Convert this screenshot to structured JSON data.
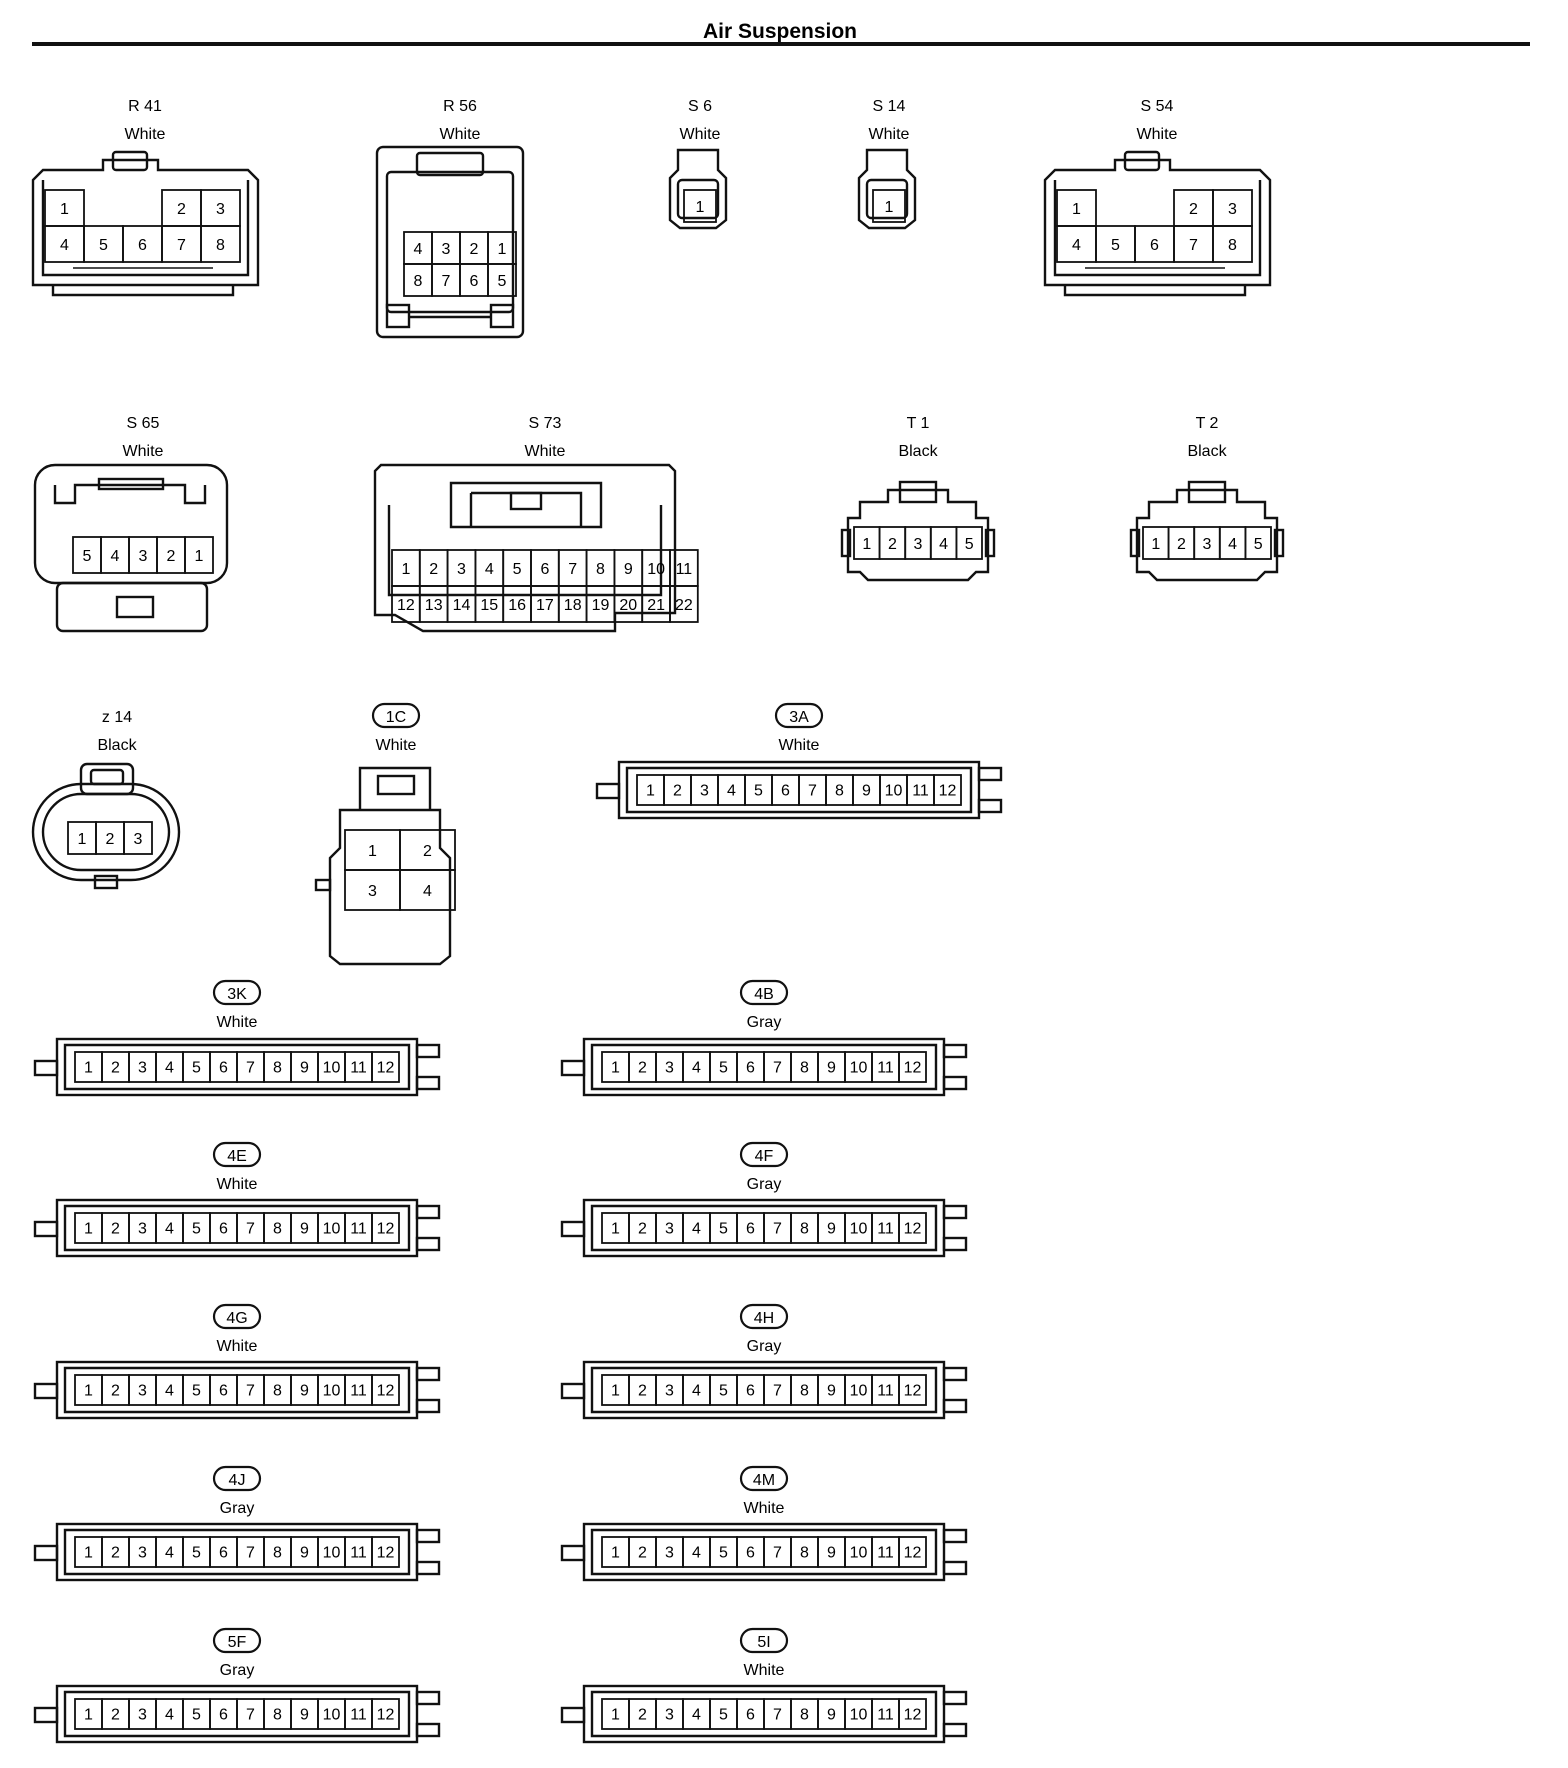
{
  "title": "Air Suspension",
  "connectors": [
    {
      "id": "R41",
      "name": "R 41",
      "color": "White",
      "style": "plain",
      "pins": [
        [
          "1",
          "",
          "",
          "2",
          "3"
        ],
        [
          "4",
          "5",
          "6",
          "7",
          "8"
        ]
      ]
    },
    {
      "id": "R56",
      "name": "R 56",
      "color": "White",
      "style": "plain",
      "pins": [
        [
          "4",
          "3",
          "2",
          "1"
        ],
        [
          "8",
          "7",
          "6",
          "5"
        ]
      ]
    },
    {
      "id": "S6",
      "name": "S 6",
      "color": "White",
      "style": "plain",
      "pins": [
        [
          "1"
        ]
      ]
    },
    {
      "id": "S14",
      "name": "S 14",
      "color": "White",
      "style": "plain",
      "pins": [
        [
          "1"
        ]
      ]
    },
    {
      "id": "S54",
      "name": "S 54",
      "color": "White",
      "style": "plain",
      "pins": [
        [
          "1",
          "",
          "",
          "2",
          "3"
        ],
        [
          "4",
          "5",
          "6",
          "7",
          "8"
        ]
      ]
    },
    {
      "id": "S65",
      "name": "S 65",
      "color": "White",
      "style": "plain",
      "pins": [
        [
          "5",
          "4",
          "3",
          "2",
          "1"
        ]
      ]
    },
    {
      "id": "S73",
      "name": "S 73",
      "color": "White",
      "style": "plain",
      "pins": [
        [
          "1",
          "2",
          "3",
          "4",
          "5",
          "6",
          "7",
          "8",
          "9",
          "10",
          "11"
        ],
        [
          "12",
          "13",
          "14",
          "15",
          "16",
          "17",
          "18",
          "19",
          "20",
          "21",
          "22"
        ]
      ]
    },
    {
      "id": "T1",
      "name": "T 1",
      "color": "Black",
      "style": "plain",
      "pins": [
        [
          "1",
          "2",
          "3",
          "4",
          "5"
        ]
      ]
    },
    {
      "id": "T2",
      "name": "T 2",
      "color": "Black",
      "style": "plain",
      "pins": [
        [
          "1",
          "2",
          "3",
          "4",
          "5"
        ]
      ]
    },
    {
      "id": "z14",
      "name": "z 14",
      "color": "Black",
      "style": "plain",
      "pins": [
        [
          "1",
          "2",
          "3"
        ]
      ]
    },
    {
      "id": "1C",
      "name": "1C",
      "color": "White",
      "style": "pill",
      "pins": [
        [
          "1",
          "2"
        ],
        [
          "3",
          "4"
        ]
      ]
    },
    {
      "id": "3A",
      "name": "3A",
      "color": "White",
      "style": "pill",
      "pins": [
        [
          "1",
          "2",
          "3",
          "4",
          "5",
          "6",
          "7",
          "8",
          "9",
          "10",
          "11",
          "12"
        ]
      ]
    },
    {
      "id": "3K",
      "name": "3K",
      "color": "White",
      "style": "pill",
      "pins": [
        [
          "1",
          "2",
          "3",
          "4",
          "5",
          "6",
          "7",
          "8",
          "9",
          "10",
          "11",
          "12"
        ]
      ]
    },
    {
      "id": "4B",
      "name": "4B",
      "color": "Gray",
      "style": "pill",
      "pins": [
        [
          "1",
          "2",
          "3",
          "4",
          "5",
          "6",
          "7",
          "8",
          "9",
          "10",
          "11",
          "12"
        ]
      ]
    },
    {
      "id": "4E",
      "name": "4E",
      "color": "White",
      "style": "pill",
      "pins": [
        [
          "1",
          "2",
          "3",
          "4",
          "5",
          "6",
          "7",
          "8",
          "9",
          "10",
          "11",
          "12"
        ]
      ]
    },
    {
      "id": "4F",
      "name": "4F",
      "color": "Gray",
      "style": "pill",
      "pins": [
        [
          "1",
          "2",
          "3",
          "4",
          "5",
          "6",
          "7",
          "8",
          "9",
          "10",
          "11",
          "12"
        ]
      ]
    },
    {
      "id": "4G",
      "name": "4G",
      "color": "White",
      "style": "pill",
      "pins": [
        [
          "1",
          "2",
          "3",
          "4",
          "5",
          "6",
          "7",
          "8",
          "9",
          "10",
          "11",
          "12"
        ]
      ]
    },
    {
      "id": "4H",
      "name": "4H",
      "color": "Gray",
      "style": "pill",
      "pins": [
        [
          "1",
          "2",
          "3",
          "4",
          "5",
          "6",
          "7",
          "8",
          "9",
          "10",
          "11",
          "12"
        ]
      ]
    },
    {
      "id": "4J",
      "name": "4J",
      "color": "Gray",
      "style": "pill",
      "pins": [
        [
          "1",
          "2",
          "3",
          "4",
          "5",
          "6",
          "7",
          "8",
          "9",
          "10",
          "11",
          "12"
        ]
      ]
    },
    {
      "id": "4M",
      "name": "4M",
      "color": "White",
      "style": "pill",
      "pins": [
        [
          "1",
          "2",
          "3",
          "4",
          "5",
          "6",
          "7",
          "8",
          "9",
          "10",
          "11",
          "12"
        ]
      ]
    },
    {
      "id": "5F",
      "name": "5F",
      "color": "Gray",
      "style": "pill",
      "pins": [
        [
          "1",
          "2",
          "3",
          "4",
          "5",
          "6",
          "7",
          "8",
          "9",
          "10",
          "11",
          "12"
        ]
      ]
    },
    {
      "id": "5I",
      "name": "5I",
      "color": "White",
      "style": "pill",
      "pins": [
        [
          "1",
          "2",
          "3",
          "4",
          "5",
          "6",
          "7",
          "8",
          "9",
          "10",
          "11",
          "12"
        ]
      ]
    }
  ]
}
